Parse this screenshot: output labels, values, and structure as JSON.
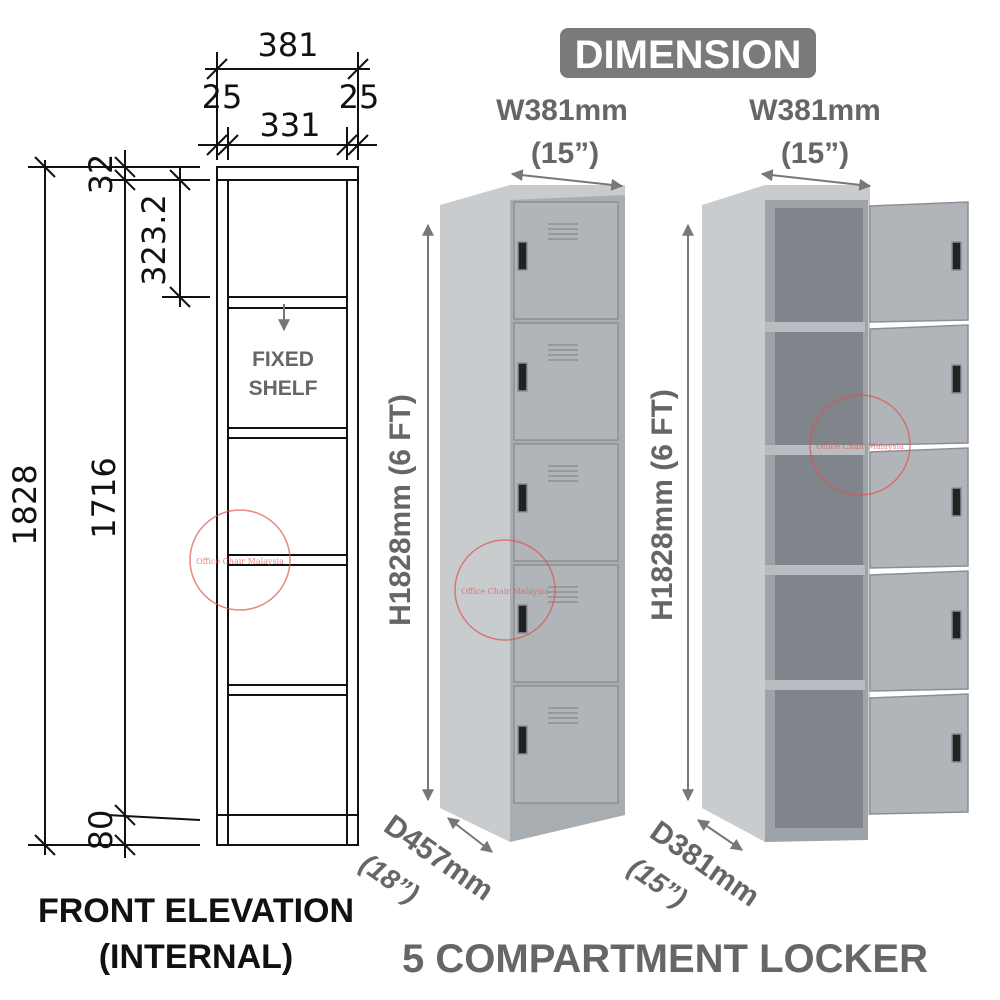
{
  "badge": {
    "label": "DIMENSION",
    "color": "#7a7a7a"
  },
  "front_elevation": {
    "title_line1": "FRONT ELEVATION",
    "title_line2": "(INTERNAL)",
    "dims": {
      "overall_width": "381",
      "side_left": "25",
      "side_right": "25",
      "internal_width": "331",
      "top_panel": "32",
      "compartment": "323.2",
      "overall_height": "1828",
      "internal_height": "1716",
      "plinth": "80"
    },
    "shelf_label_line1": "FIXED",
    "shelf_label_line2": "SHELF"
  },
  "closed_locker": {
    "width": "W381mm",
    "width_in": "(15”)",
    "height": "H1828mm (6 FT)",
    "depth": "D457mm",
    "depth_in": "(18”)"
  },
  "open_locker": {
    "width": "W381mm",
    "width_in": "(15”)",
    "height": "H1828mm (6 FT)",
    "depth": "D381mm",
    "depth_in": "(15”)"
  },
  "product_title": "5 COMPARTMENT LOCKER",
  "watermark": "Office Chair Malaysia",
  "colors": {
    "locker": "#a9adb1",
    "locker_light": "#c3c6c9",
    "label_gray": "#666666",
    "watermark": "#e0524f"
  }
}
